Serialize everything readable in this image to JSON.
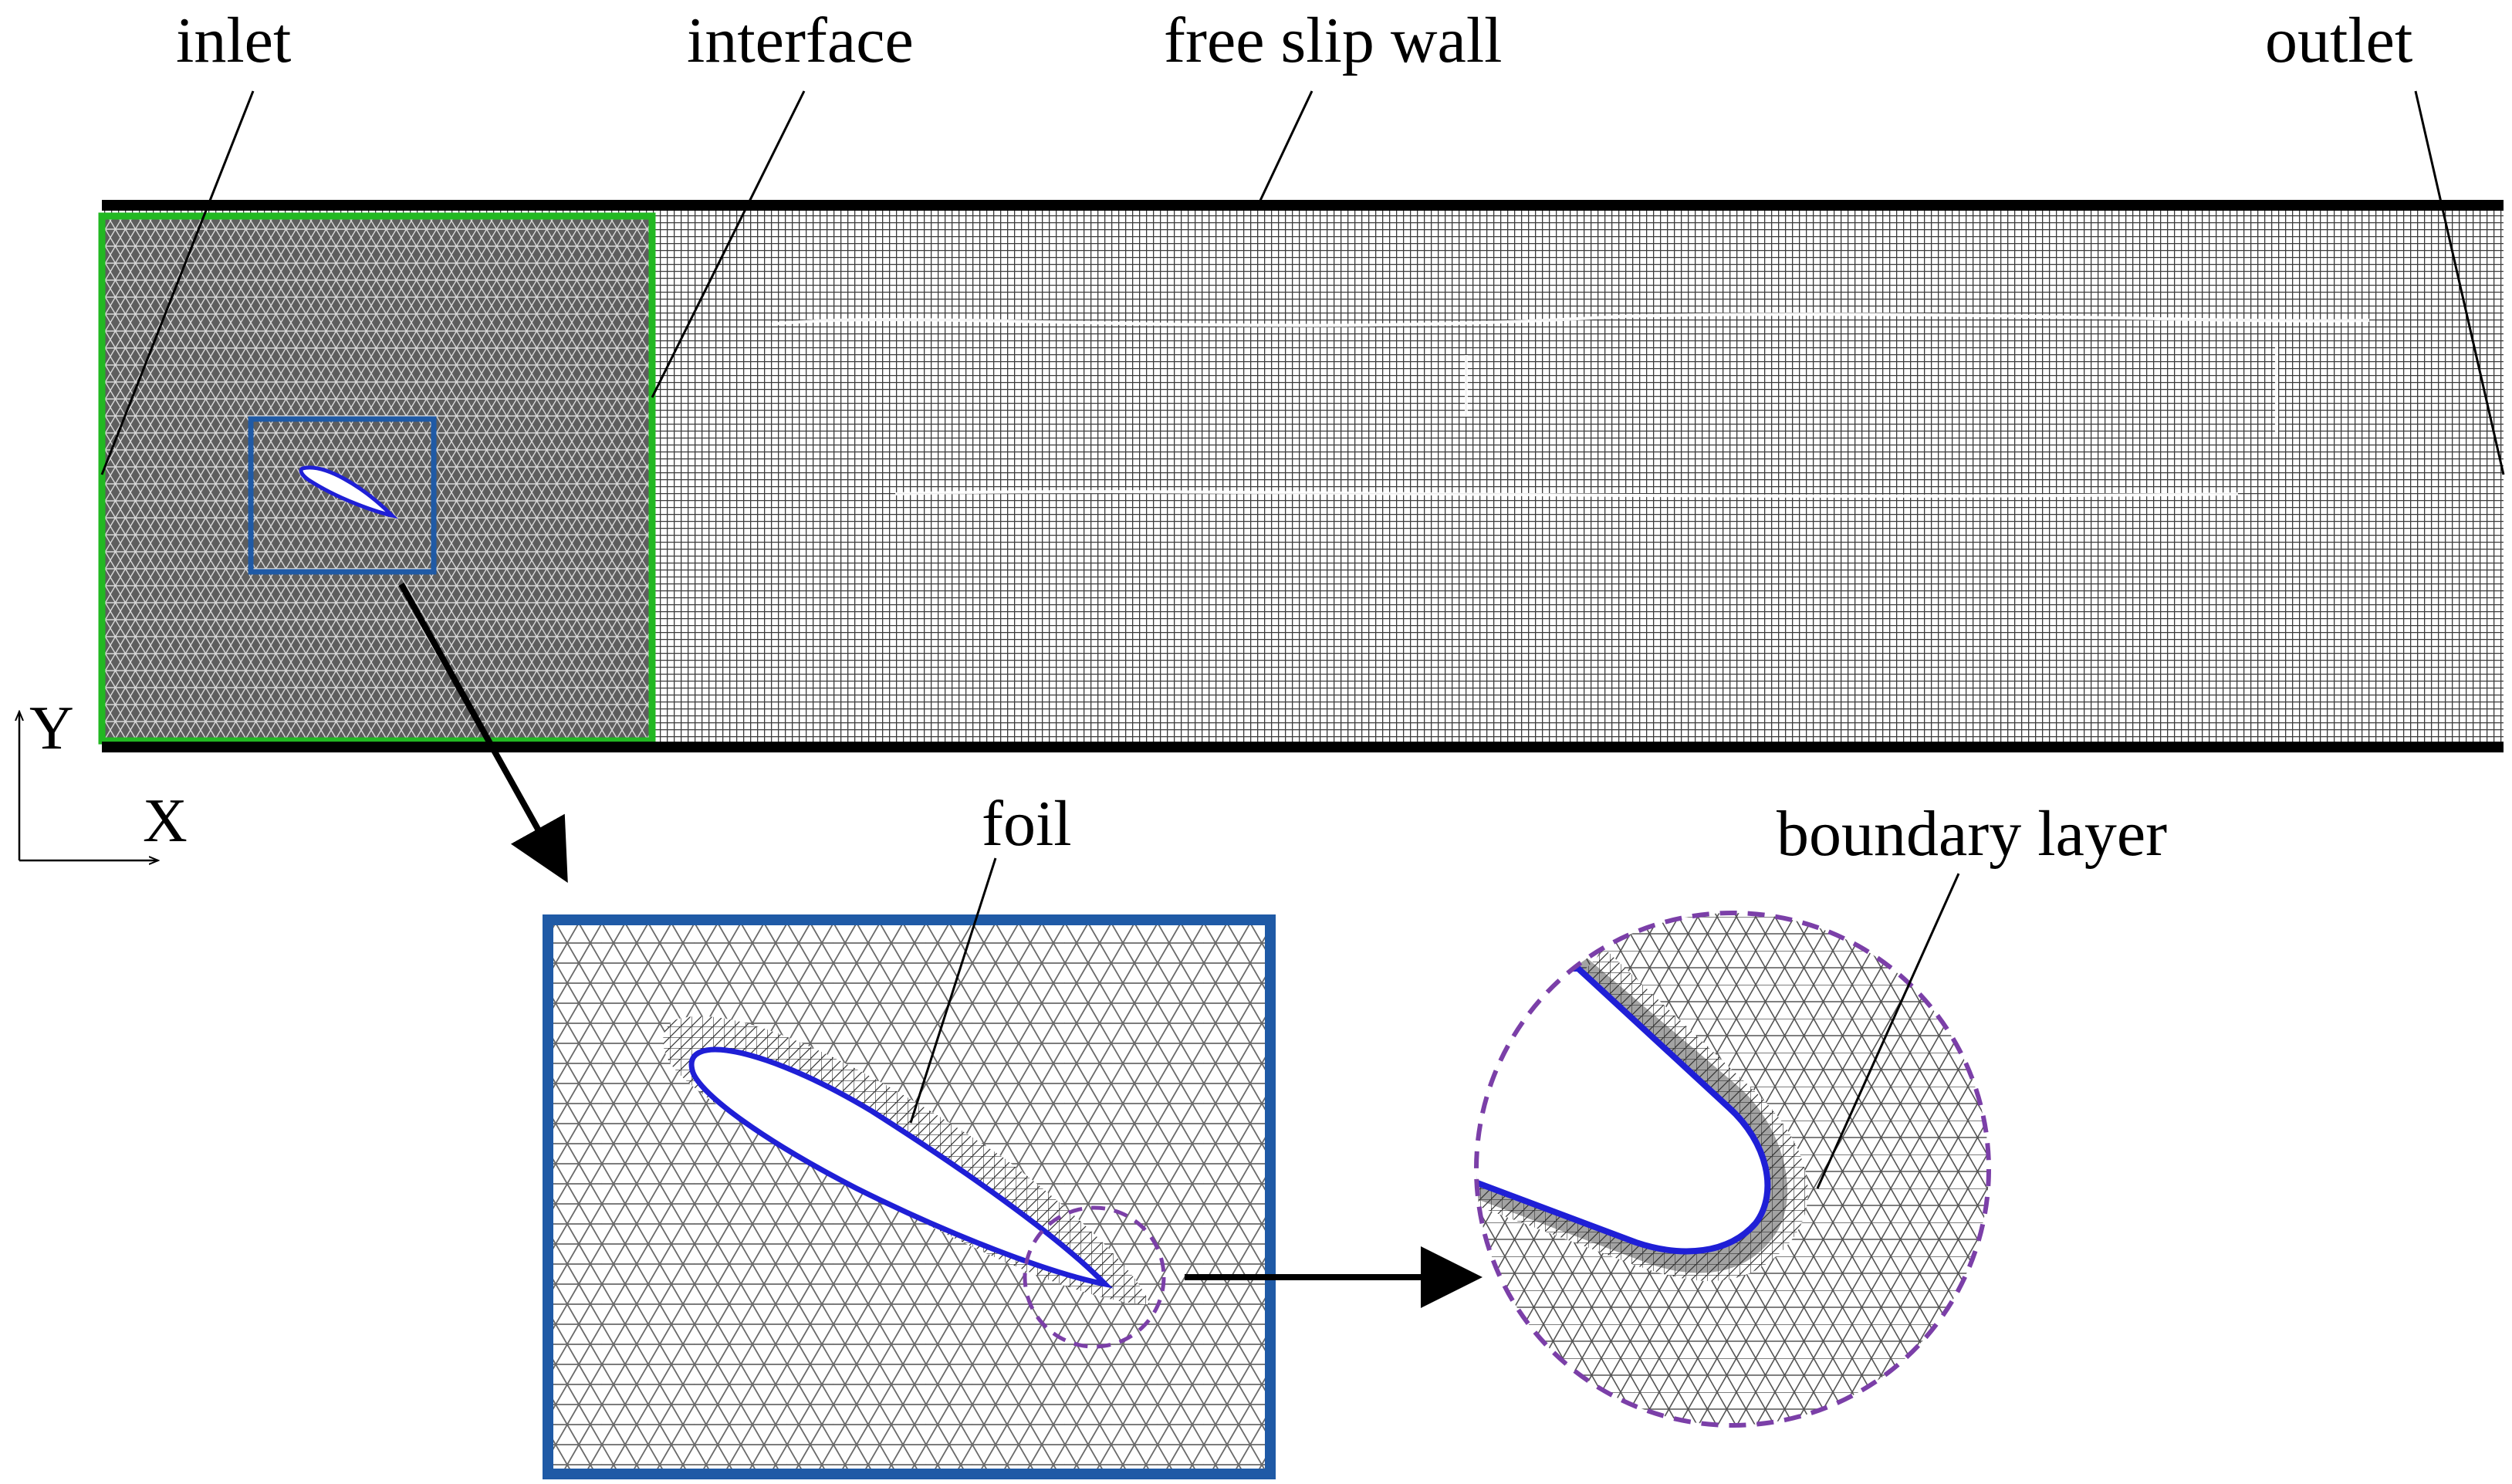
{
  "labels": {
    "inlet": "inlet",
    "interface": "interface",
    "free_slip_wall": "free slip wall",
    "outlet": "outlet",
    "foil": "foil",
    "boundary_layer": "boundary layer"
  },
  "axes": {
    "x": "X",
    "y": "Y"
  },
  "colors": {
    "interface_region": "#22b822",
    "zoom_box": "#1f5aa6",
    "foil_outline": "#1f1fd6",
    "detail_circle": "#7b3fa8",
    "wall": "#000000",
    "mesh_unstructured": "#5a5a5a",
    "mesh_structured": "#cfcfcf"
  }
}
